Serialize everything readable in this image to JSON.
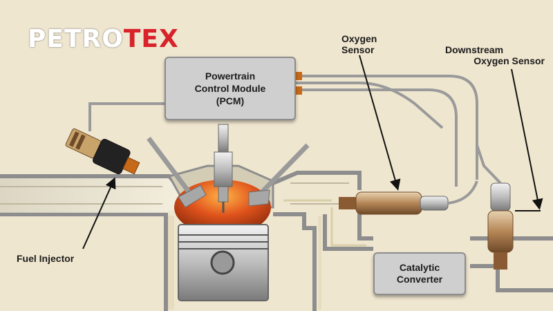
{
  "logo": {
    "part1": "PETRO",
    "part2": "TEX"
  },
  "pcm": {
    "line1": "Powertrain",
    "line2": "Control Module",
    "line3": "(PCM)"
  },
  "labels": {
    "oxygen_sensor": [
      "Oxygen",
      "Sensor"
    ],
    "downstream_sensor": [
      "Downstream",
      "Oxygen Sensor"
    ],
    "fuel_injector": "Fuel Injector",
    "catalytic_converter": [
      "Catalytic",
      "Converter"
    ]
  },
  "colors": {
    "background": "#efe6cf",
    "logo_red": "#d8232a",
    "flame": "#e0531c",
    "wire": "#9a9a9a"
  }
}
